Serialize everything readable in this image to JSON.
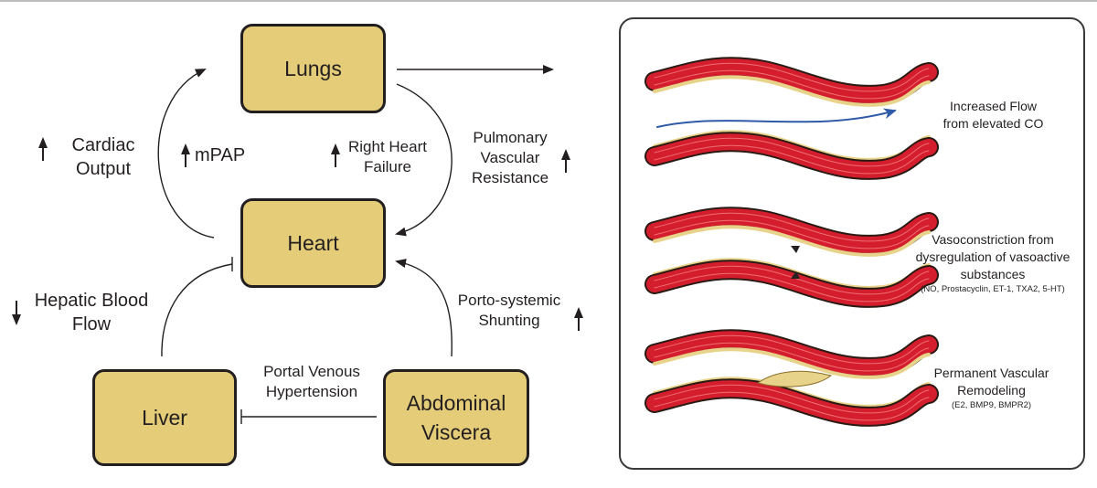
{
  "nodes": {
    "lungs": "Lungs",
    "heart": "Heart",
    "liver": "Liver",
    "abdominal_line1": "Abdominal",
    "abdominal_line2": "Viscera"
  },
  "labels": {
    "cardiac_output_line1": "Cardiac",
    "cardiac_output_line2": "Output",
    "mpap": "mPAP",
    "right_heart_line1": "Right Heart",
    "right_heart_line2": "Failure",
    "pvr_line1": "Pulmonary",
    "pvr_line2": "Vascular",
    "pvr_line3": "Resistance",
    "hepatic_line1": "Hepatic Blood",
    "hepatic_line2": "Flow",
    "porto_line1": "Porto-systemic",
    "porto_line2": "Shunting",
    "portal_line1": "Portal Venous",
    "portal_line2": "Hypertension"
  },
  "panel": {
    "flow_line1": "Increased Flow",
    "flow_line2": "from elevated CO",
    "vaso_line1": "Vasoconstriction from",
    "vaso_line2": "dysregulation of vasoactive",
    "vaso_line3": "substances",
    "vaso_note": "(NO, Prostacyclin, ET-1, TXA2, 5-HT)",
    "remodel_line1": "Permanent Vascular",
    "remodel_line2": "Remodeling",
    "remodel_note": "(E2, BMP9, BMPR2)"
  },
  "colors": {
    "box_fill": "#e4cc78",
    "vessel_red": "#d41e2e",
    "vessel_lining": "#e7d38a",
    "flow_arrow": "#2f5aa8"
  }
}
